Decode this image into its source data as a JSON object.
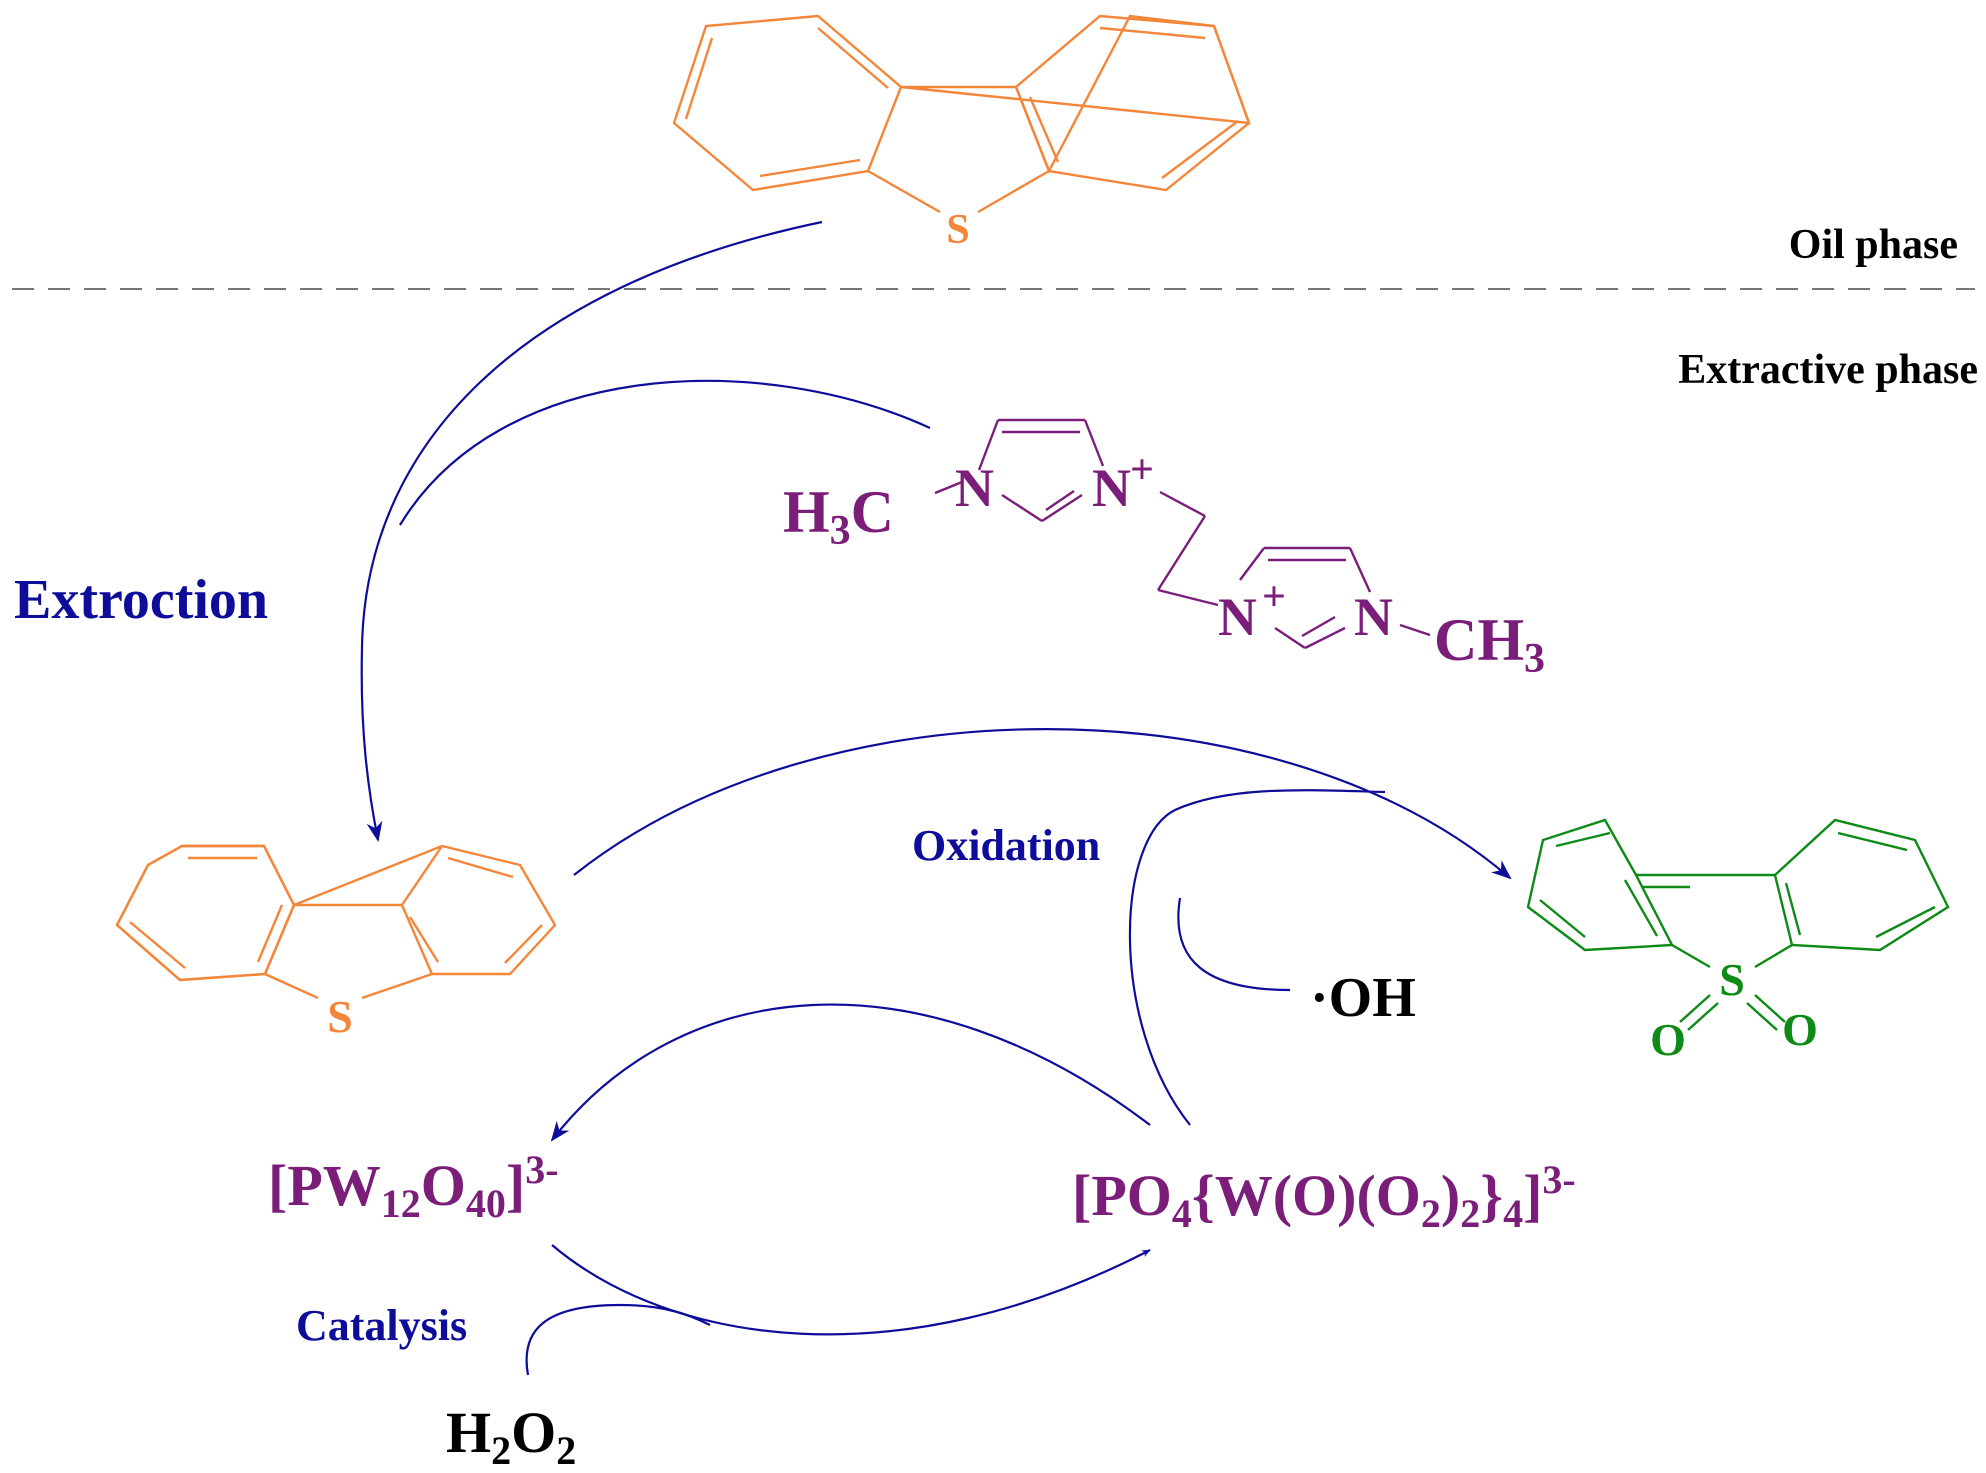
{
  "phases": {
    "oil": "Oil phase",
    "extractive": "Extractive phase"
  },
  "steps": {
    "extraction": "Extroction",
    "oxidation": "Oxidation",
    "catalysis": "Catalysis"
  },
  "molecules": {
    "dbt_atom": "S",
    "ionic_liquid": {
      "methyl_left_base": "H",
      "methyl_left_sub": "3",
      "methyl_left_tail": "C",
      "n1": "N",
      "n2": "N",
      "n2_charge": "+",
      "n3": "N",
      "n3_charge": "+",
      "n4": "N",
      "methyl_right_base": "CH",
      "methyl_right_sub": "3"
    },
    "sulfone": {
      "s": "S",
      "o_left": "O",
      "o_right": "O"
    }
  },
  "species": {
    "polyoxometalate": {
      "a": "[PW",
      "a_sub": "12",
      "b": "O",
      "b_sub": "40",
      "c": "]",
      "charge": "3-"
    },
    "peroxo_complex": {
      "a": "[PO",
      "a_sub": "4",
      "b": "{W(O)(O",
      "b_sub": "2",
      "c": ")",
      "c_sub": "2",
      "d": "}",
      "d_sub": "4",
      "e": "]",
      "charge": "3-"
    },
    "hydroxyl_radical": "·OH",
    "hydrogen_peroxide": {
      "a": "H",
      "a_sub": "2",
      "b": "O",
      "b_sub": "2"
    }
  },
  "colors": {
    "dbt": "#F4863A",
    "ionic_liquid": "#7B1E7A",
    "sulfone": "#0E8A16",
    "arrow": "#0D0D9A",
    "step_label": "#0D0D9A",
    "phase_label": "#000000",
    "catalyst": "#7B1E7A",
    "reagent": "#000000",
    "divider": "#777777"
  }
}
